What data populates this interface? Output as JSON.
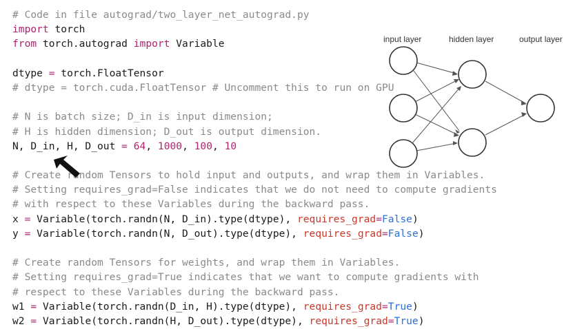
{
  "code_lines": [
    {
      "segments": [
        {
          "t": "# Code in file autograd/two_layer_net_autograd.py",
          "c": "c"
        }
      ]
    },
    {
      "segments": [
        {
          "t": "import",
          "c": "k"
        },
        {
          "t": " torch",
          "c": "nn"
        }
      ]
    },
    {
      "segments": [
        {
          "t": "from",
          "c": "k"
        },
        {
          "t": " torch.autograd ",
          "c": "nn"
        },
        {
          "t": "import",
          "c": "k"
        },
        {
          "t": " Variable",
          "c": "nn"
        }
      ]
    },
    {
      "segments": [
        {
          "t": "",
          "c": "nn"
        }
      ]
    },
    {
      "segments": [
        {
          "t": "dtype ",
          "c": "nn"
        },
        {
          "t": "=",
          "c": "k"
        },
        {
          "t": " torch.FloatTensor",
          "c": "nn"
        }
      ]
    },
    {
      "segments": [
        {
          "t": "# dtype = torch.cuda.FloatTensor # Uncomment this to run on GPU",
          "c": "c"
        }
      ]
    },
    {
      "segments": [
        {
          "t": "",
          "c": "nn"
        }
      ]
    },
    {
      "segments": [
        {
          "t": "# N is batch size; D_in is input dimension;",
          "c": "c"
        }
      ]
    },
    {
      "segments": [
        {
          "t": "# H is hidden dimension; D_out is output dimension.",
          "c": "c"
        }
      ]
    },
    {
      "segments": [
        {
          "t": "N, D_in, H, D_out ",
          "c": "nn"
        },
        {
          "t": "=",
          "c": "k"
        },
        {
          "t": " ",
          "c": "nn"
        },
        {
          "t": "64",
          "c": "n"
        },
        {
          "t": ", ",
          "c": "nn"
        },
        {
          "t": "1000",
          "c": "n"
        },
        {
          "t": ", ",
          "c": "nn"
        },
        {
          "t": "100",
          "c": "n"
        },
        {
          "t": ", ",
          "c": "nn"
        },
        {
          "t": "10",
          "c": "n"
        }
      ]
    },
    {
      "segments": [
        {
          "t": "",
          "c": "nn"
        }
      ]
    },
    {
      "segments": [
        {
          "t": "# Create random Tensors to hold input and outputs, and wrap them in Variables.",
          "c": "c"
        }
      ]
    },
    {
      "segments": [
        {
          "t": "# Setting requires_grad=False indicates that we do not need to compute gradients",
          "c": "c"
        }
      ]
    },
    {
      "segments": [
        {
          "t": "# with respect to these Variables during the backward pass.",
          "c": "c"
        }
      ]
    },
    {
      "segments": [
        {
          "t": "x ",
          "c": "nn"
        },
        {
          "t": "=",
          "c": "k"
        },
        {
          "t": " Variable(torch.randn(N, D_in).type(dtype), ",
          "c": "nn"
        },
        {
          "t": "requires_grad",
          "c": "kw"
        },
        {
          "t": "=",
          "c": "k"
        },
        {
          "t": "False",
          "c": "v"
        },
        {
          "t": ")",
          "c": "nn"
        }
      ]
    },
    {
      "segments": [
        {
          "t": "y ",
          "c": "nn"
        },
        {
          "t": "=",
          "c": "k"
        },
        {
          "t": " Variable(torch.randn(N, D_out).type(dtype), ",
          "c": "nn"
        },
        {
          "t": "requires_grad",
          "c": "kw"
        },
        {
          "t": "=",
          "c": "k"
        },
        {
          "t": "False",
          "c": "v"
        },
        {
          "t": ")",
          "c": "nn"
        }
      ]
    },
    {
      "segments": [
        {
          "t": "",
          "c": "nn"
        }
      ]
    },
    {
      "segments": [
        {
          "t": "# Create random Tensors for weights, and wrap them in Variables.",
          "c": "c"
        }
      ]
    },
    {
      "segments": [
        {
          "t": "# Setting requires_grad=True indicates that we want to compute gradients with",
          "c": "c"
        }
      ]
    },
    {
      "segments": [
        {
          "t": "# respect to these Variables during the backward pass.",
          "c": "c"
        }
      ]
    },
    {
      "segments": [
        {
          "t": "w1 ",
          "c": "nn"
        },
        {
          "t": "=",
          "c": "k"
        },
        {
          "t": " Variable(torch.randn(D_in, H).type(dtype), ",
          "c": "nn"
        },
        {
          "t": "requires_grad",
          "c": "kw"
        },
        {
          "t": "=",
          "c": "k"
        },
        {
          "t": "True",
          "c": "v"
        },
        {
          "t": ")",
          "c": "nn"
        }
      ]
    },
    {
      "segments": [
        {
          "t": "w2 ",
          "c": "nn"
        },
        {
          "t": "=",
          "c": "k"
        },
        {
          "t": " Variable(torch.randn(H, D_out).type(dtype), ",
          "c": "nn"
        },
        {
          "t": "requires_grad",
          "c": "kw"
        },
        {
          "t": "=",
          "c": "k"
        },
        {
          "t": "True",
          "c": "v"
        },
        {
          "t": ")",
          "c": "nn"
        }
      ]
    }
  ],
  "diagram": {
    "input_label": "input layer",
    "hidden_label": "hidden layer",
    "output_label": "output layer"
  },
  "colors": {
    "comment": "#8a8a8a",
    "keyword": "#b0226e",
    "kwarg": "#c8392b",
    "boolean": "#2a6fd6",
    "text": "#1a1a1a"
  },
  "icons": {
    "cursor": "arrow-pointer-icon"
  }
}
